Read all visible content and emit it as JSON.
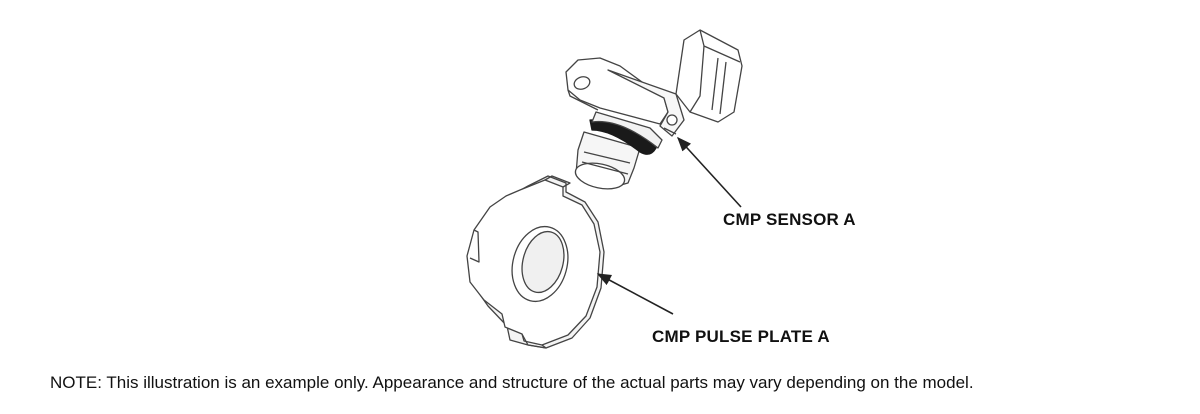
{
  "labels": {
    "sensor": "CMP SENSOR A",
    "pulse_plate": "CMP PULSE PLATE A"
  },
  "note": "NOTE: This illustration is an example only. Appearance and structure of the actual parts may vary depending on the model.",
  "colors": {
    "line": "#333333",
    "o_ring": "#1a1a1a",
    "fill": "#ffffff",
    "shade": "#f2f2f2"
  }
}
